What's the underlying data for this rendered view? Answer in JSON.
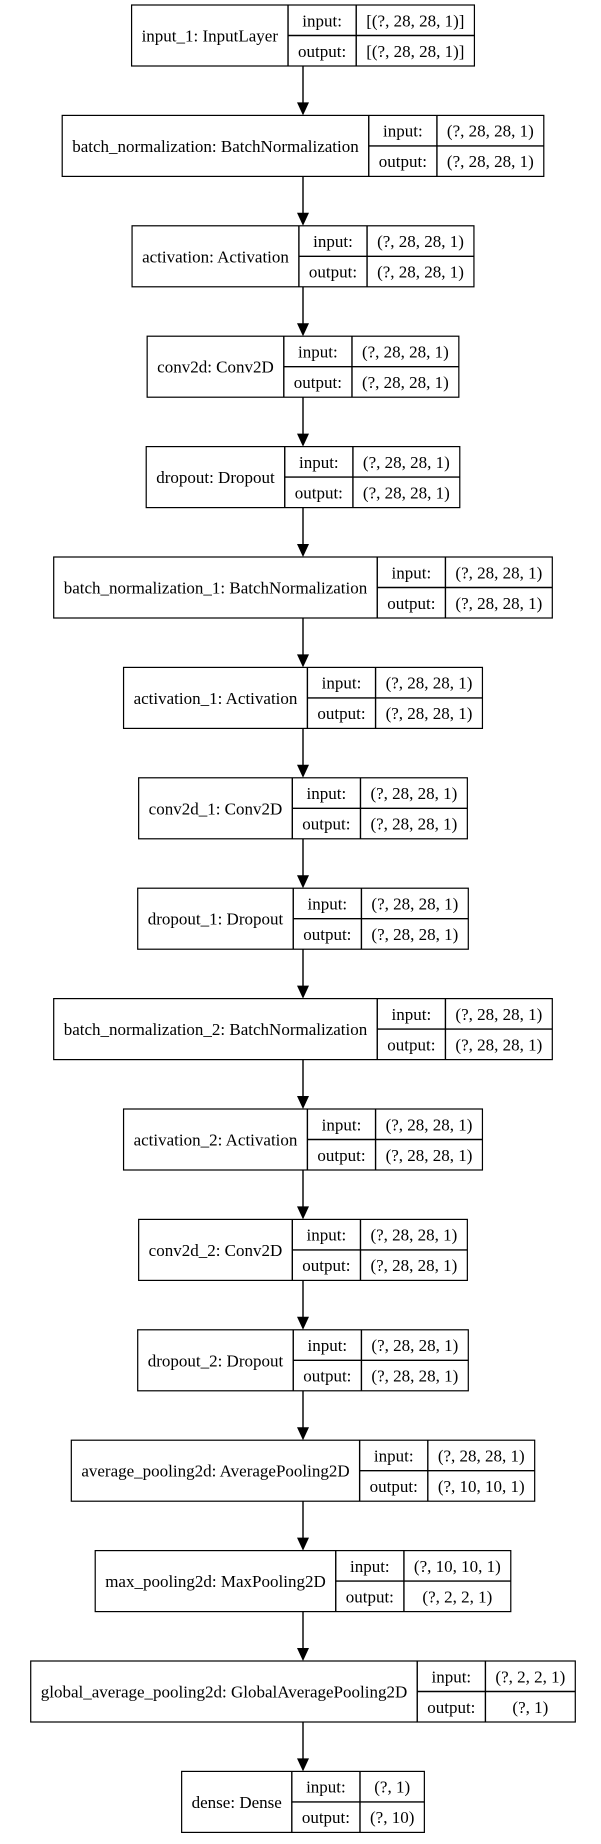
{
  "layers": [
    {
      "name": "input_1: InputLayer",
      "input": "[(?, 28, 28, 1)]",
      "output": "[(?, 28, 28, 1)]"
    },
    {
      "name": "batch_normalization: BatchNormalization",
      "input": "(?, 28, 28, 1)",
      "output": "(?, 28, 28, 1)"
    },
    {
      "name": "activation: Activation",
      "input": "(?, 28, 28, 1)",
      "output": "(?, 28, 28, 1)"
    },
    {
      "name": "conv2d: Conv2D",
      "input": "(?, 28, 28, 1)",
      "output": "(?, 28, 28, 1)"
    },
    {
      "name": "dropout: Dropout",
      "input": "(?, 28, 28, 1)",
      "output": "(?, 28, 28, 1)"
    },
    {
      "name": "batch_normalization_1: BatchNormalization",
      "input": "(?, 28, 28, 1)",
      "output": "(?, 28, 28, 1)"
    },
    {
      "name": "activation_1: Activation",
      "input": "(?, 28, 28, 1)",
      "output": "(?, 28, 28, 1)"
    },
    {
      "name": "conv2d_1: Conv2D",
      "input": "(?, 28, 28, 1)",
      "output": "(?, 28, 28, 1)"
    },
    {
      "name": "dropout_1: Dropout",
      "input": "(?, 28, 28, 1)",
      "output": "(?, 28, 28, 1)"
    },
    {
      "name": "batch_normalization_2: BatchNormalization",
      "input": "(?, 28, 28, 1)",
      "output": "(?, 28, 28, 1)"
    },
    {
      "name": "activation_2: Activation",
      "input": "(?, 28, 28, 1)",
      "output": "(?, 28, 28, 1)"
    },
    {
      "name": "conv2d_2: Conv2D",
      "input": "(?, 28, 28, 1)",
      "output": "(?, 28, 28, 1)"
    },
    {
      "name": "dropout_2: Dropout",
      "input": "(?, 28, 28, 1)",
      "output": "(?, 28, 28, 1)"
    },
    {
      "name": "average_pooling2d: AveragePooling2D",
      "input": "(?, 28, 28, 1)",
      "output": "(?, 10, 10, 1)"
    },
    {
      "name": "max_pooling2d: MaxPooling2D",
      "input": "(?, 10, 10, 1)",
      "output": "(?, 2, 2, 1)"
    },
    {
      "name": "global_average_pooling2d: GlobalAveragePooling2D",
      "input": "(?, 2, 2, 1)",
      "output": "(?, 1)"
    },
    {
      "name": "dense: Dense",
      "input": "(?, 1)",
      "output": "(?, 10)"
    }
  ],
  "port_labels": {
    "input": "input:",
    "output": "output:"
  }
}
